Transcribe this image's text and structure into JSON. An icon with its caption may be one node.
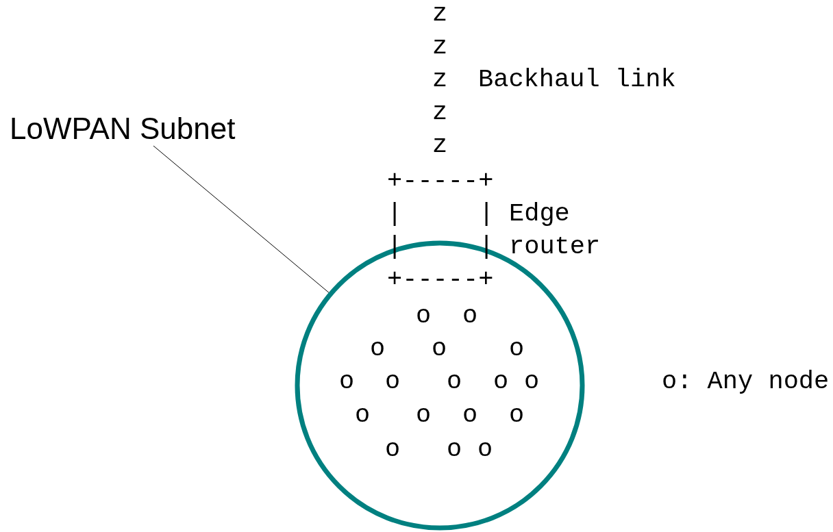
{
  "diagram": {
    "nodes": [
      {
        "text": [
          "LoWPAN Subnet"
        ]
      },
      {
        "text": [],
        "shape": "circle"
      }
    ],
    "edges": [
      {
        "from": 0,
        "to": 1,
        "arrow": "none"
      }
    ],
    "labels": [
      "z",
      "z",
      "z",
      "Backhaul link",
      "z",
      "z",
      "+-----+",
      "|",
      "|",
      "Edge",
      "|",
      "|",
      "router",
      "+-----+",
      "o",
      "o",
      "o",
      "o",
      "o",
      "o",
      "o",
      "o",
      "o",
      "o",
      "o",
      "o",
      "o",
      "o",
      "o",
      "o",
      "o",
      "o: Any node"
    ]
  }
}
